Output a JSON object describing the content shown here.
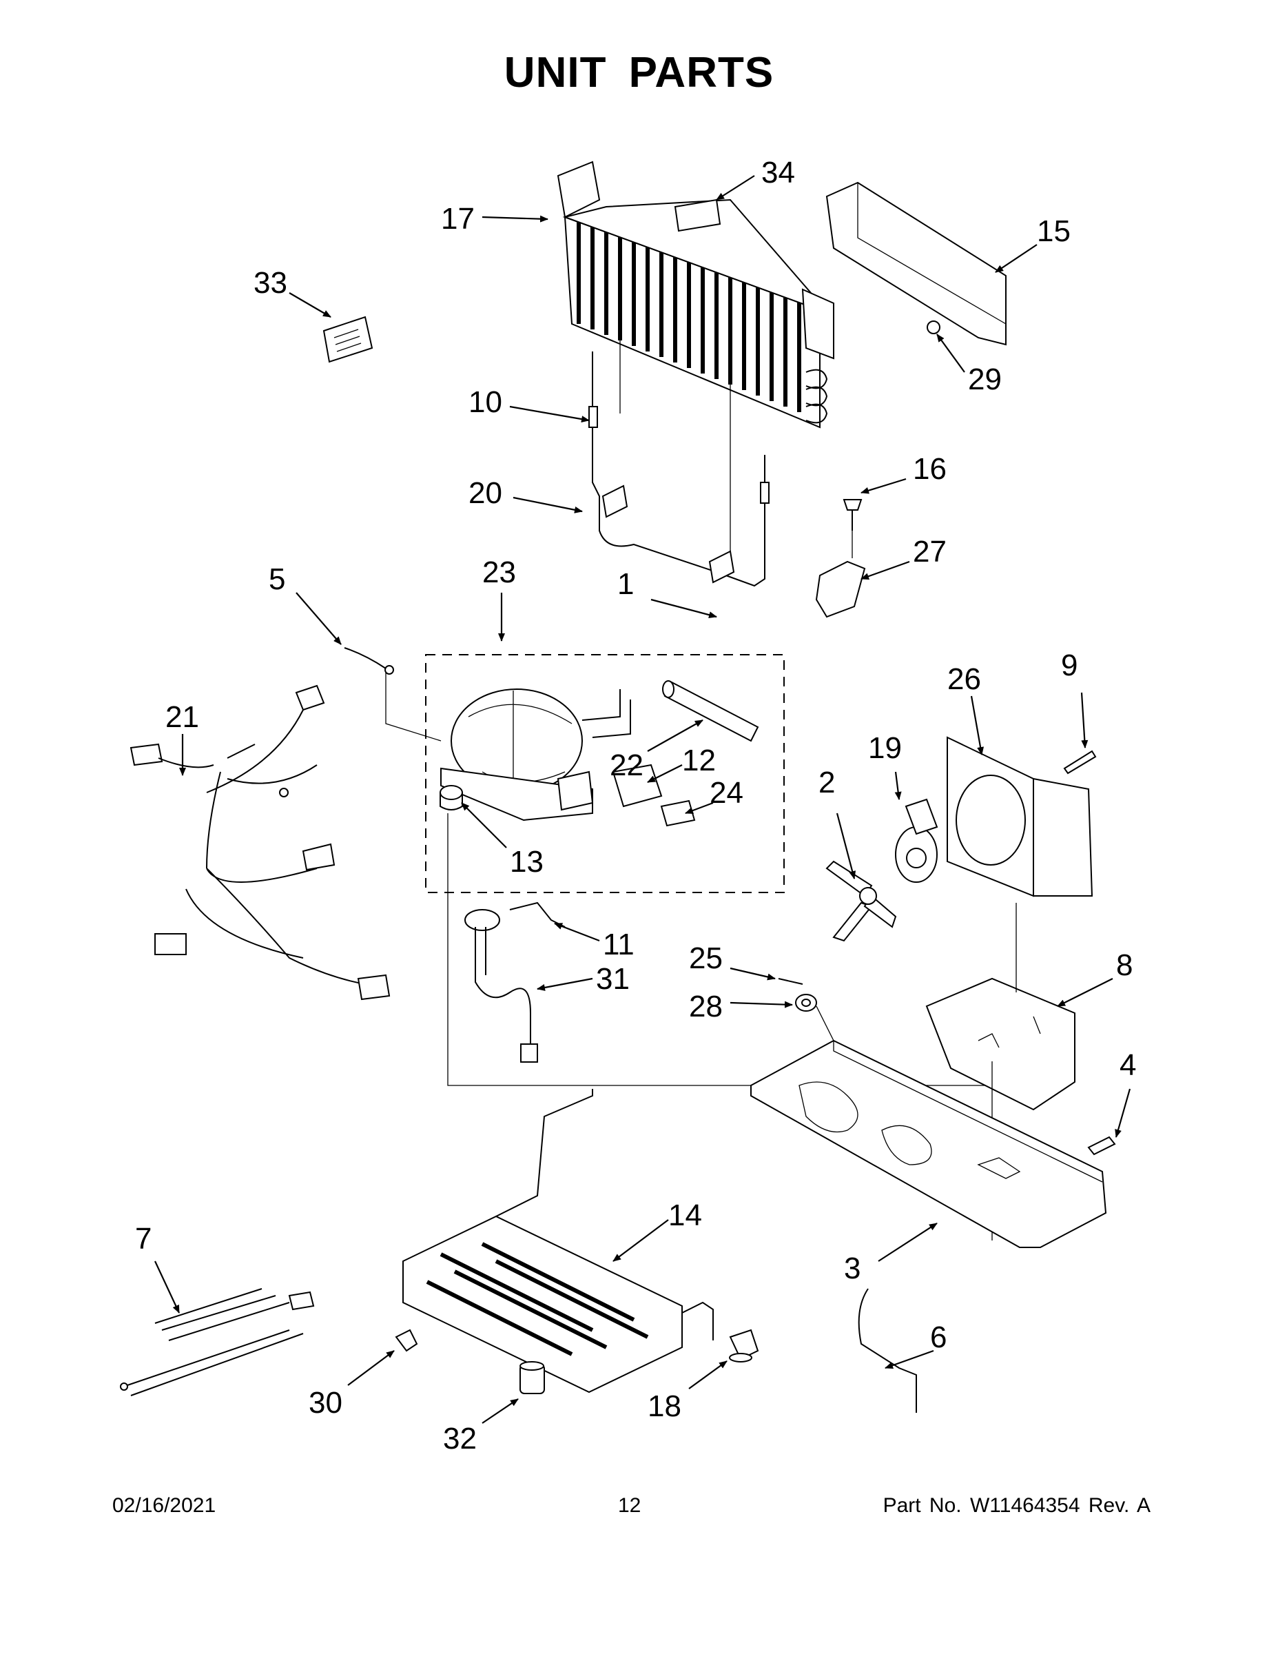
{
  "title": "UNIT PARTS",
  "callouts": [
    "1",
    "2",
    "3",
    "4",
    "5",
    "6",
    "7",
    "8",
    "9",
    "10",
    "11",
    "12",
    "13",
    "14",
    "15",
    "16",
    "17",
    "18",
    "19",
    "20",
    "21",
    "22",
    "23",
    "24",
    "25",
    "26",
    "27",
    "28",
    "29",
    "30",
    "31",
    "32",
    "33",
    "34"
  ],
  "footer": {
    "date": "02/16/2021",
    "page": "12",
    "part_number": "Part No.  W11464354  Rev.  A"
  }
}
